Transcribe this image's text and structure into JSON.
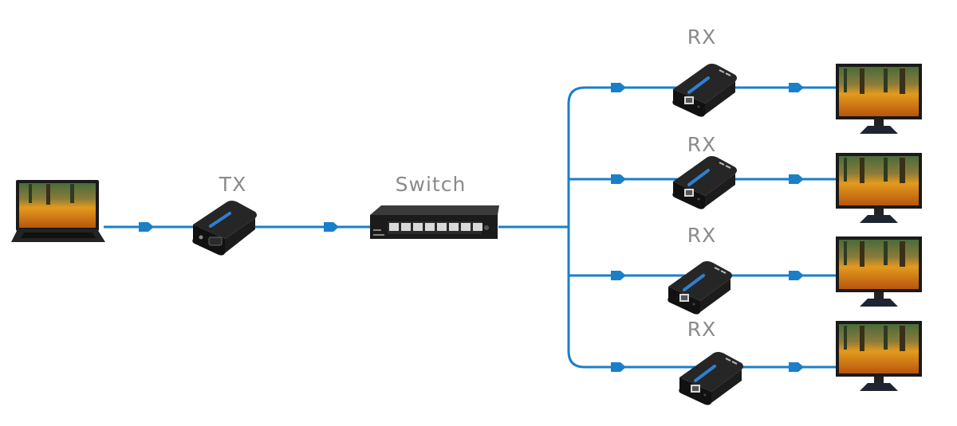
{
  "diagram": {
    "title": "HDMI over IP extender topology",
    "line_color": "#1a7fc9",
    "nodes": {
      "source": {
        "type": "laptop",
        "label": ""
      },
      "transmitter": {
        "type": "tx-extender",
        "label": "TX"
      },
      "switch": {
        "type": "network-switch",
        "label": "Switch"
      },
      "receivers": [
        {
          "type": "rx-extender",
          "label": "RX"
        },
        {
          "type": "rx-extender",
          "label": "RX"
        },
        {
          "type": "rx-extender",
          "label": "RX"
        },
        {
          "type": "rx-extender",
          "label": "RX"
        }
      ],
      "displays": [
        {
          "type": "monitor",
          "label": ""
        },
        {
          "type": "monitor",
          "label": ""
        },
        {
          "type": "monitor",
          "label": ""
        },
        {
          "type": "monitor",
          "label": ""
        }
      ]
    },
    "connections": [
      {
        "from": "source",
        "to": "transmitter",
        "direction": "right"
      },
      {
        "from": "transmitter",
        "to": "switch",
        "direction": "right"
      },
      {
        "from": "switch",
        "to": "receivers.0",
        "direction": "right"
      },
      {
        "from": "switch",
        "to": "receivers.1",
        "direction": "right"
      },
      {
        "from": "switch",
        "to": "receivers.2",
        "direction": "right"
      },
      {
        "from": "switch",
        "to": "receivers.3",
        "direction": "right"
      },
      {
        "from": "receivers.0",
        "to": "displays.0",
        "direction": "right"
      },
      {
        "from": "receivers.1",
        "to": "displays.1",
        "direction": "right"
      },
      {
        "from": "receivers.2",
        "to": "displays.2",
        "direction": "right"
      },
      {
        "from": "receivers.3",
        "to": "displays.3",
        "direction": "right"
      }
    ]
  }
}
